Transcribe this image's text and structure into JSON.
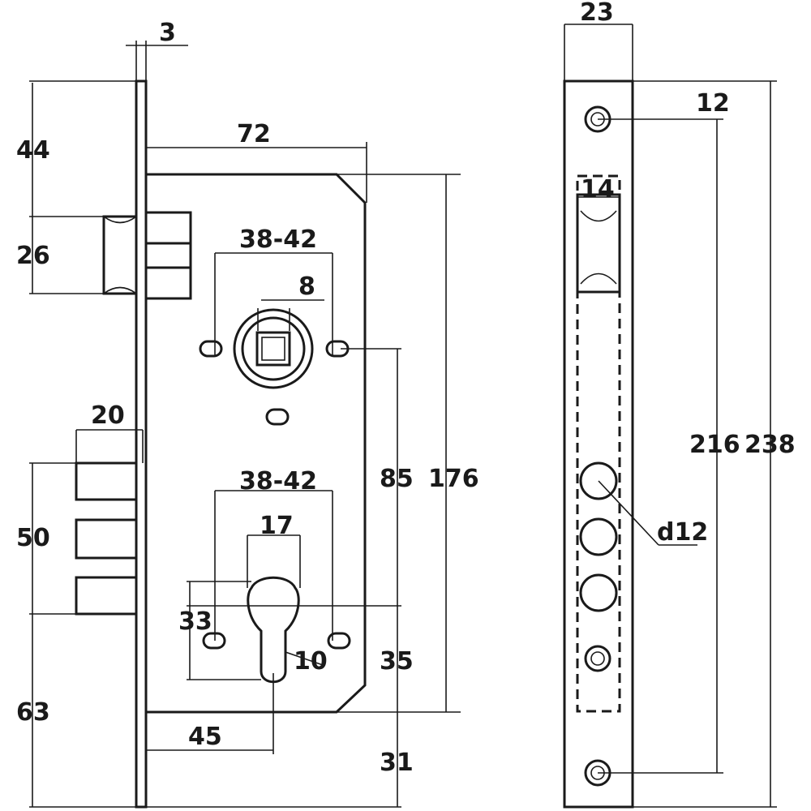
{
  "drawing": {
    "front_view": {
      "faceplate_thickness": "3",
      "backset_depth": "72",
      "spacing_38_42_top": "38-42",
      "spindle": "8",
      "latch_height": "26",
      "top_offset": "44",
      "deadbolt_width": "20",
      "deadbolt_span": "50",
      "bottom_offset": "63",
      "spacing_38_42_bottom": "38-42",
      "cylinder_width": "17",
      "cylinder_height": "33",
      "cylinder_slot": "10",
      "backset": "45",
      "handle_to_cylinder": "85",
      "case_height": "176",
      "cylinder_to_bottom": "35",
      "bottom_margin": "31"
    },
    "side_view": {
      "faceplate_width": "23",
      "hole_offset": "12",
      "latch_width": "14",
      "hole_spacing": "216",
      "faceplate_height": "238",
      "bolt_diameter": "d12"
    }
  }
}
